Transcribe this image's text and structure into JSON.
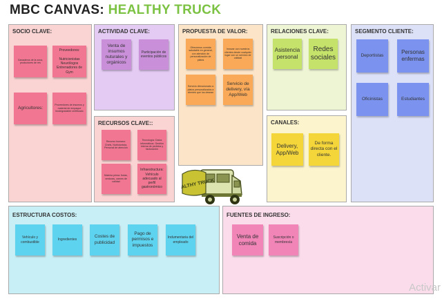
{
  "header": {
    "title_prefix": "MBC  CANVAS: ",
    "title_accent": "HEALTHY TRUCK"
  },
  "colors": {
    "accent": "#7cc242"
  },
  "blocks": {
    "socio": {
      "title": "SOCIO CLAVE:",
      "bg": "#fad3d3",
      "notes": [
        "Ganaderos de la zona, productores de res",
        "Proveedores:\n\nNutricionistas\nNeurólogos\nEntrenadores de Gym",
        "Agricultores:",
        "Proveedores de insumos y material de empaque biodegradable certificado"
      ]
    },
    "actividad": {
      "title": "ACTIVIDAD CLAVE:",
      "bg": "#e4cbf3",
      "notes": [
        "Venta de insumos nuturales y orgánicos",
        "Participación de eventos públicos"
      ]
    },
    "recursos": {
      "title": "RECURSOS CLAVE::",
      "bg": "#fad3d3",
      "notes": [
        "Recurso humano: Chefs, Nutricionista, Personal de atención",
        "Tecnología: Datos informáticos. Gestión interna de pedidos y facturación",
        "Materia prima: frutas, verduras, carnes de calidad",
        "Infraestructura:\nVehículo adecuado al perfil gastronómico"
      ]
    },
    "propuesta": {
      "title": "PROPUESTA DE VALOR:",
      "bg": "#fbe4c8",
      "notes": [
        "Ofrecemos comida saludable en general, con atención de personalización de platos",
        "Innovar con nuestros clientes desde cualquier lugar con un servicio de calidad",
        "Servicio direccionado a platos personalizados a clientes que los desean",
        "Servicio de delivery, vía App/Web"
      ]
    },
    "relaciones": {
      "title": "RELACIONES CLAVE:",
      "bg": "#eef5d5",
      "notes": [
        "Asistencia personal",
        "Redes sociales"
      ]
    },
    "canales": {
      "title": "CANALES:",
      "bg": "#fbf4cc",
      "notes": [
        "Delivery, App/Web",
        "De forma directa con el cliente."
      ]
    },
    "segmento": {
      "title": "SEGMENTO CLIENTE:",
      "bg": "#dce1f8",
      "notes": [
        "Deportistas",
        "Personas enfermas",
        "Oficinistas",
        "Estudiantes"
      ]
    },
    "costos": {
      "title": "ESTRUCTURA COSTOS:",
      "bg": "#c8eff6",
      "notes": [
        "Vehículo y combustible",
        "Ingredientes",
        "Costes de publicidad",
        "Pago de permisos e impuestos",
        "Indumentaria del empleado"
      ]
    },
    "ingresos": {
      "title": "FUENTES DE INGRESO:",
      "bg": "#fadcea",
      "notes": [
        "Venta de comida",
        "Suscripción o membresía"
      ]
    }
  },
  "logo": {
    "text": "HEALTHY TRUCK"
  },
  "watermark": "Activar"
}
